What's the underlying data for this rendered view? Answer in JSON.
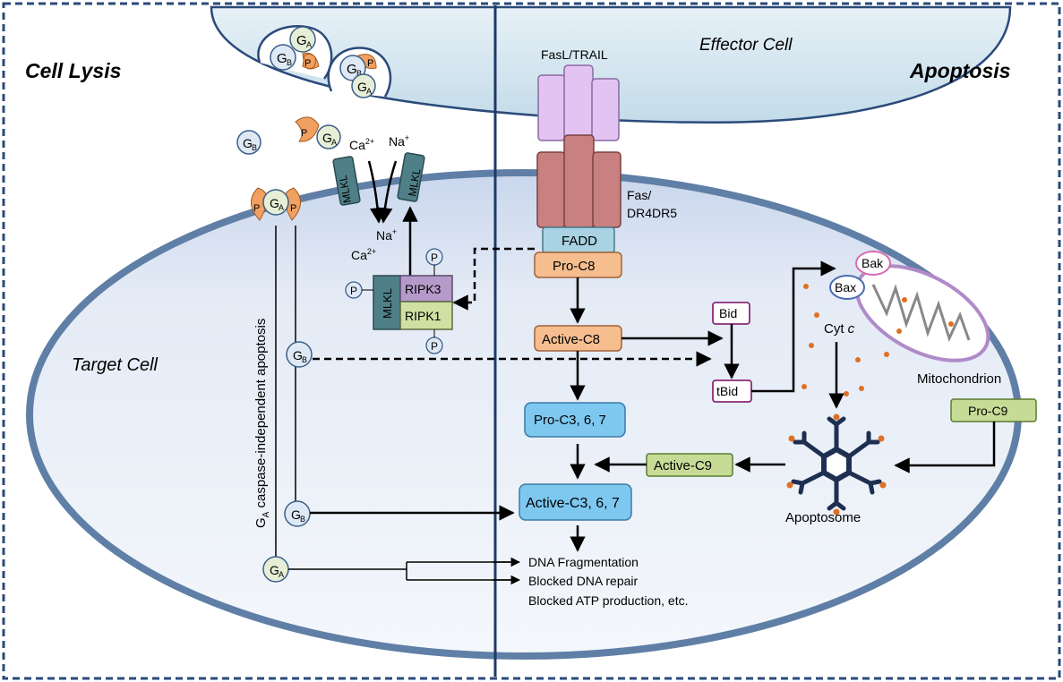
{
  "sections": {
    "cell_lysis": "Cell Lysis",
    "apoptosis": "Apoptosis",
    "effector_cell": "Effector Cell",
    "target_cell": "Target Cell"
  },
  "granule": {
    "ga": "G",
    "ga_sub": "A",
    "gb": "G",
    "gb_sub": "B",
    "p": "P"
  },
  "ions": {
    "ca": "Ca",
    "ca_sup": "2+",
    "na": "Na",
    "na_sup": "+"
  },
  "necroptosis": {
    "mlkl": "MLKL",
    "ripk3": "RIPK3",
    "ripk1": "RIPK1",
    "p": "P"
  },
  "receptor": {
    "ligand": "FasL/TRAIL",
    "receptor_line1": "Fas/",
    "receptor_line2": "DR4DR5",
    "fadd": "FADD",
    "pro_c8": "Pro-C8"
  },
  "cascade": {
    "active_c8": "Active-C8",
    "bid": "Bid",
    "tbid": "tBid",
    "bak": "Bak",
    "bax": "Bax",
    "cyt_c": "Cyt ",
    "cyt_c_italic": "c",
    "mitochondrion": "Mitochondrion",
    "pro_c9": "Pro-C9",
    "apoptosome": "Apoptosome",
    "active_c9": "Active-C9",
    "pro_c367": "Pro-C3, 6, 7",
    "active_c367": "Active-C3, 6, 7"
  },
  "outcomes": {
    "dna_frag": "DNA Fragmentation",
    "blocked_repair": "Blocked DNA repair",
    "blocked_atp": "Blocked ATP production, etc."
  },
  "vertical_label": {
    "g": "G",
    "sub": "A",
    "rest": " caspase-independent apoptosis"
  },
  "colors": {
    "border_dash": "#2b4a7a",
    "effector_fill": "#d2e4ef",
    "target_membrane": "#5f7fa6",
    "ligand": "#e3c3f2",
    "receptor": "#c98080",
    "fadd": "#a9d3e3",
    "pro_c8": "#f6be8f",
    "mlkl": "#4f7f87",
    "ripk3": "#b69ac9",
    "ripk1": "#cfe0a3",
    "caspase_blue": "#7ec8f0",
    "pro_c9": "#c6dc96",
    "bid_border": "#8a2a7a",
    "perforin": "#f0a060",
    "apoptosome": "#1e2f52",
    "mito": "#b08ac9"
  }
}
